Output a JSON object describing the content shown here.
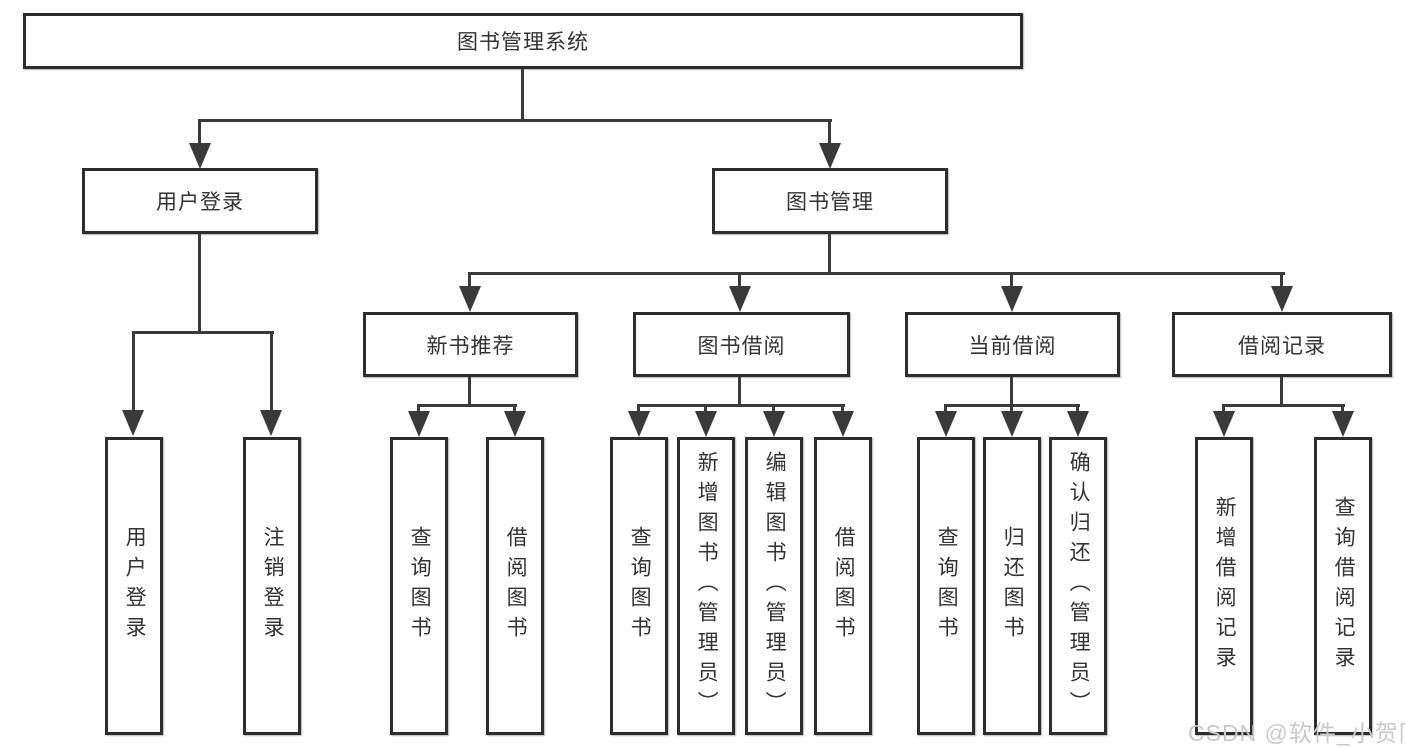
{
  "diagram": {
    "root": {
      "label": "图书管理系统"
    },
    "level2": [
      {
        "label": "用户登录"
      },
      {
        "label": "图书管理"
      }
    ],
    "level3": [
      {
        "label": "新书推荐"
      },
      {
        "label": "图书借阅"
      },
      {
        "label": "当前借阅"
      },
      {
        "label": "借阅记录"
      }
    ],
    "leaves": {
      "login": [
        "用户登录",
        "注销登录"
      ],
      "new_books": [
        "查询图书",
        "借阅图书"
      ],
      "borrow": [
        "查询图书",
        "新增图书（管理员）",
        "编辑图书（管理员）",
        "借阅图书"
      ],
      "current": [
        "查询图书",
        "归还图书",
        "确认归还（管理员）"
      ],
      "records": [
        "新增借阅记录",
        "查询借阅记录"
      ]
    },
    "colors": {
      "line": "#3a3a3a",
      "border": "#2d2d2d",
      "text": "#333333",
      "watermark": "#c9c9c9",
      "background": "#ffffff"
    }
  },
  "watermark": {
    "text": "CSDN @软件_小贺同学"
  }
}
